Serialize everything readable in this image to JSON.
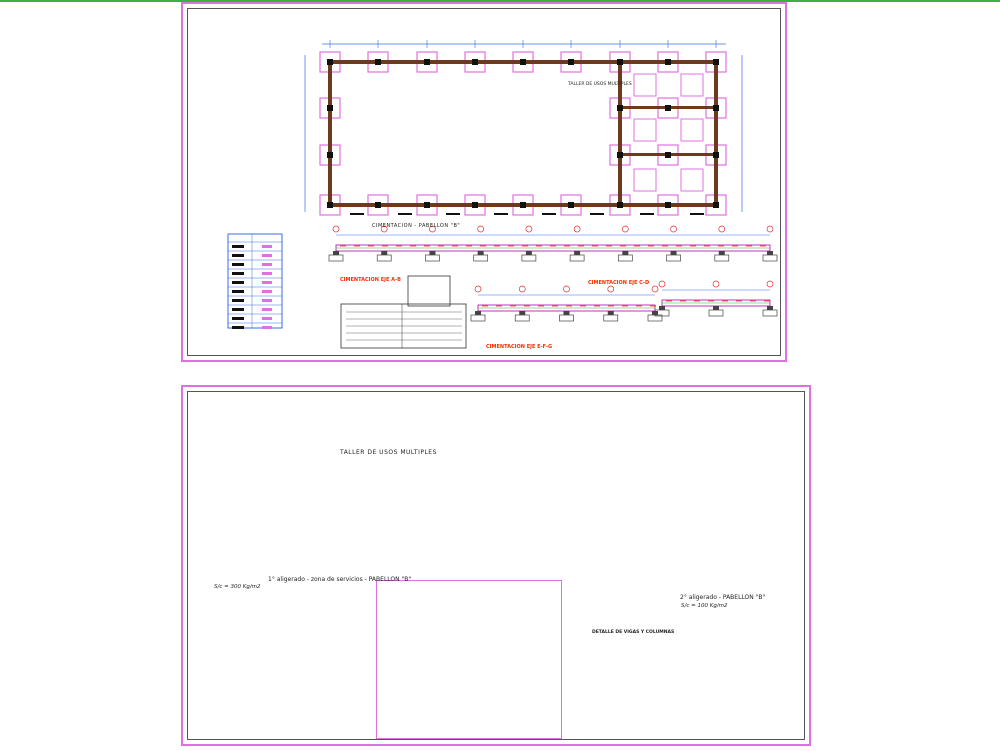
{
  "colors": {
    "sheet_border": "#e070e0",
    "beam": "#333333",
    "column": "#6b3a1f",
    "footing": "#e070e0",
    "dim": "#3a6ee8",
    "grid": "#e03030",
    "accent_green": "#3cb043",
    "detail_red": "#ff2a00"
  },
  "sheet1": {
    "plan_title": "CIMENTACION - PABELLON \"B\"",
    "room_label": "TALLER DE USOS MULTIPLES",
    "section1_label": "CIMENTACION EJE A-B",
    "section2_label": "CIMENTACION EJE C-D",
    "section3_label": "CIMENTACION EJE E-F-G"
  },
  "sheet2": {
    "room_label": "TALLER DE USOS MULTIPLES",
    "plan1_title": "1° aligerado - zona de servicios - PABELLON \"B\"",
    "plan1_load": "S/c = 300 Kg/m2",
    "plan2_title": "2° aligerado - PABELLON \"B\"",
    "plan2_load": "S/c = 100 Kg/m2",
    "detail_title": "DETALLE DE VIGAS Y COLUMNAS"
  }
}
